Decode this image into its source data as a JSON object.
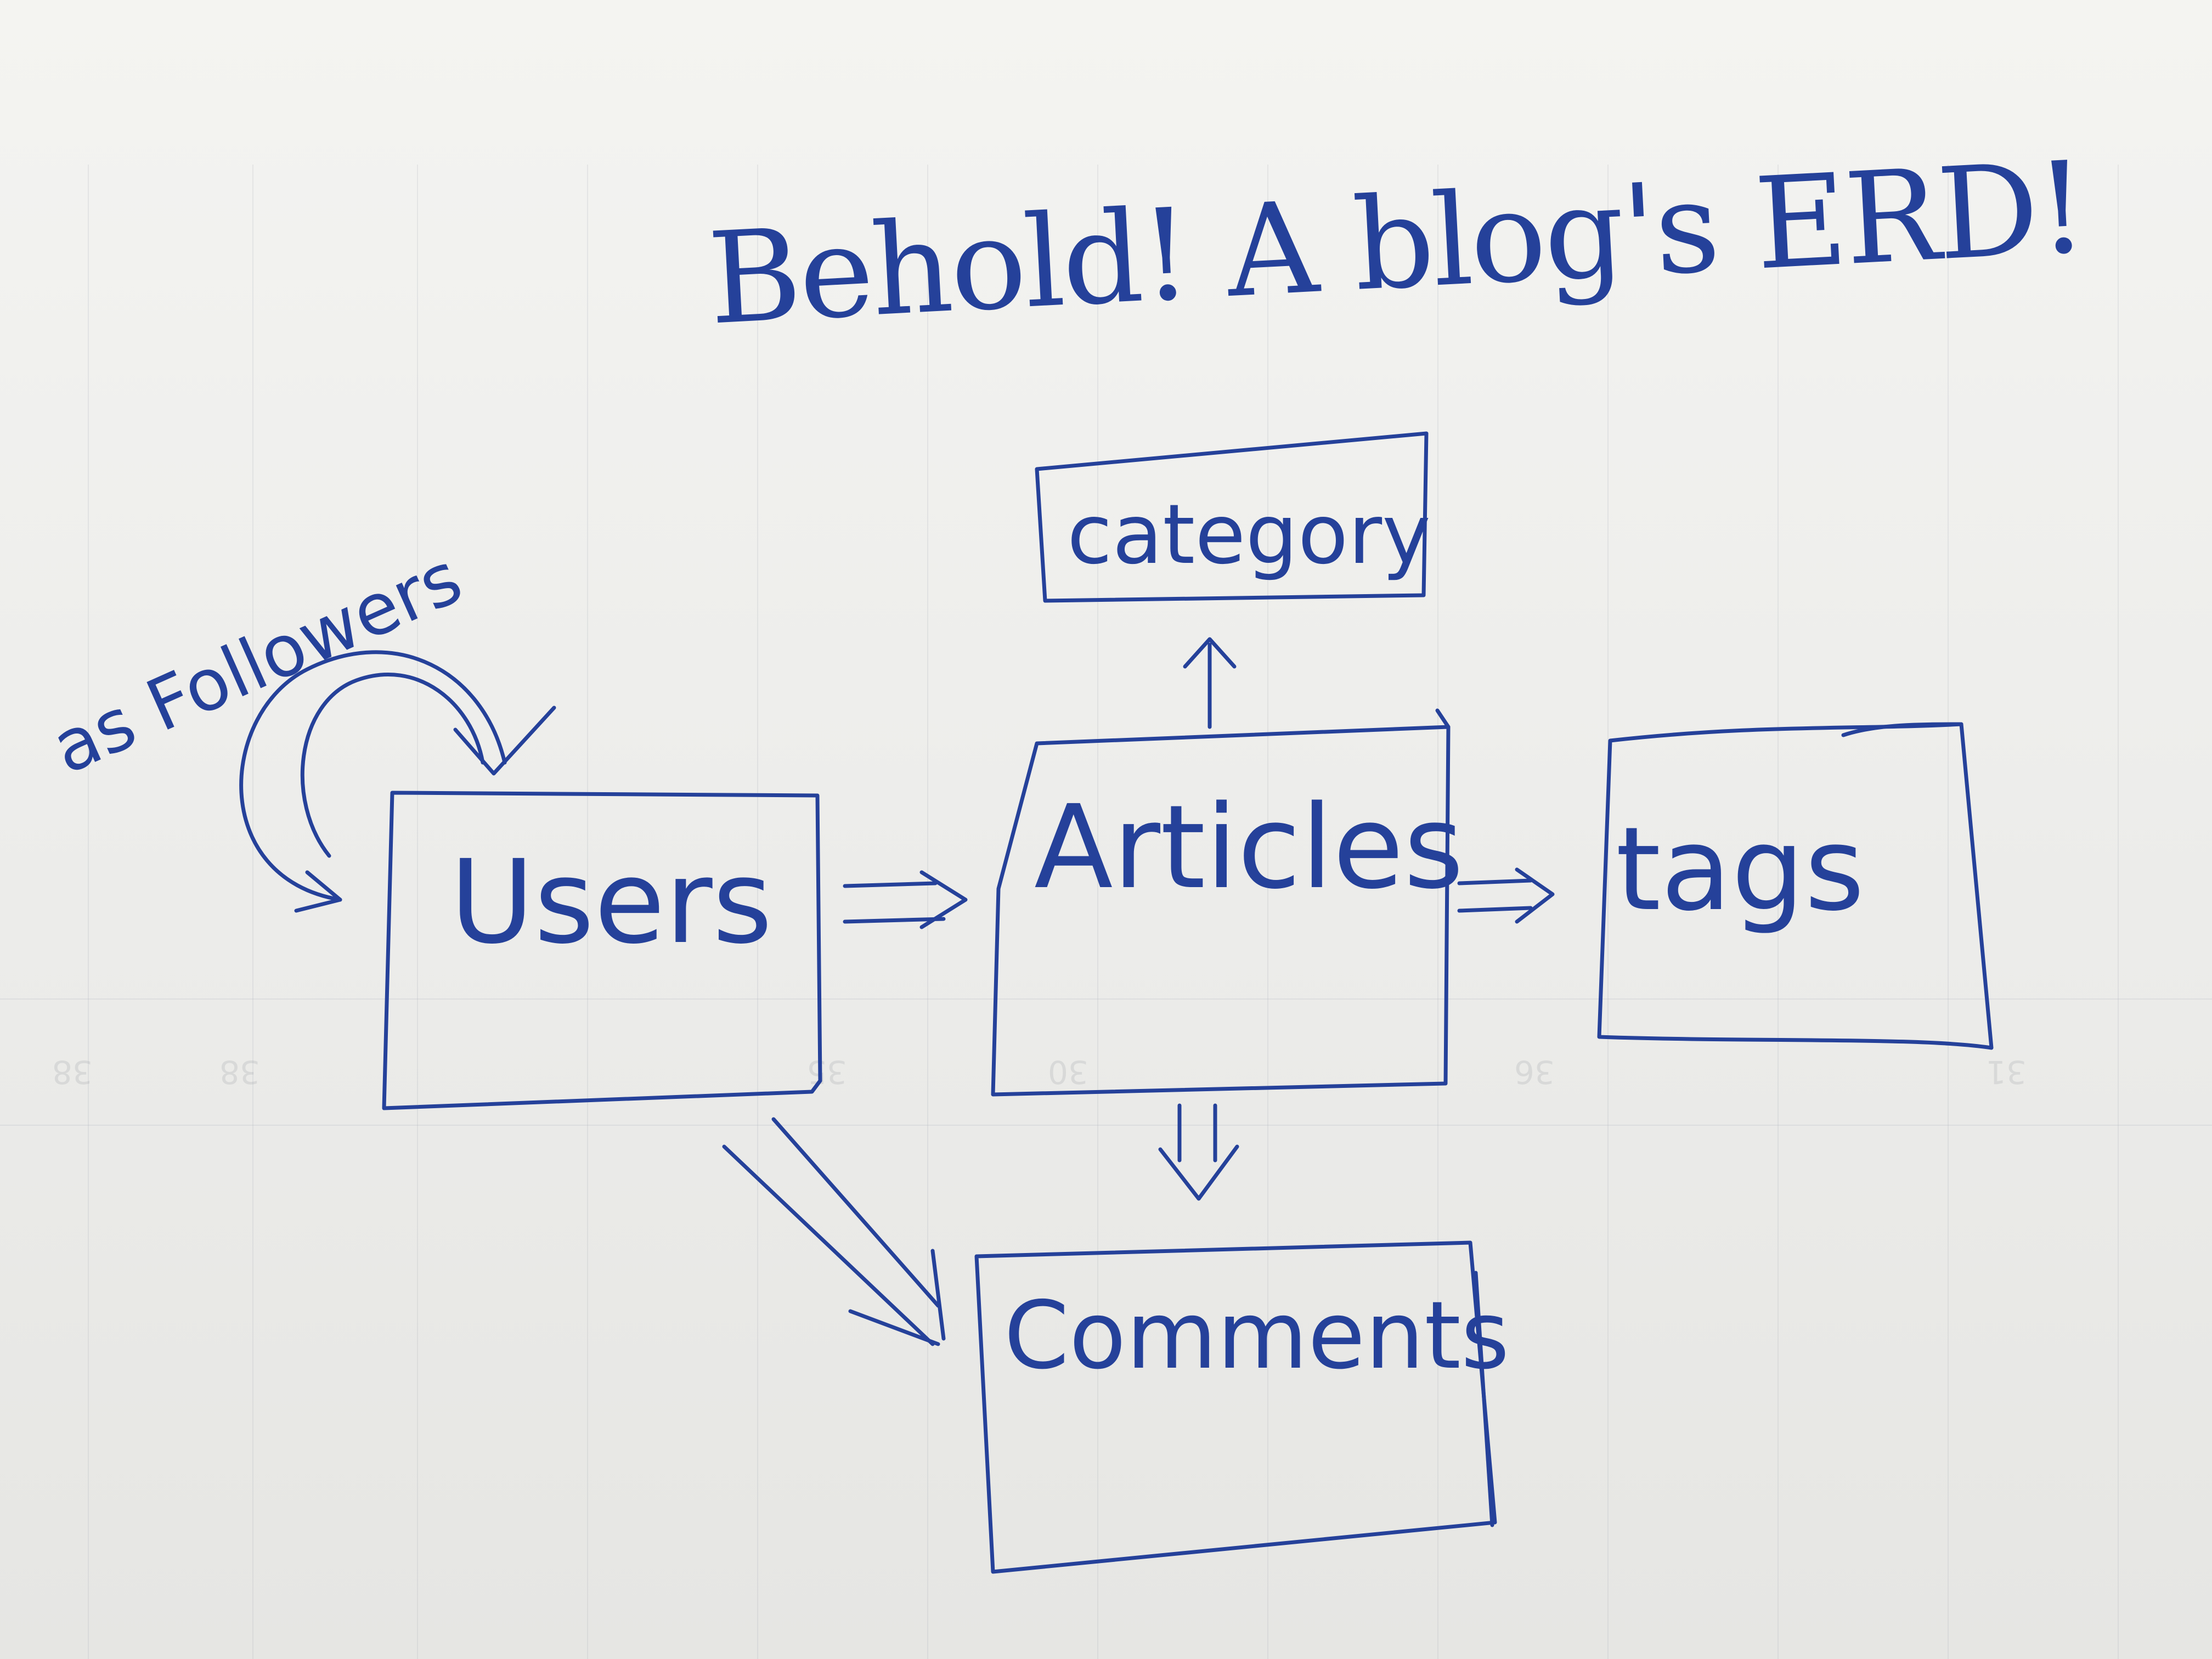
{
  "title": "Behold! A blog's ERD!",
  "entities": {
    "users": "Users",
    "articles": "Articles",
    "tags": "tags",
    "category": "category",
    "comments": "Comments"
  },
  "relationships": {
    "self_relation_label": "as Followers"
  },
  "colors": {
    "ink": "#25419a",
    "paper": "#efefec"
  }
}
